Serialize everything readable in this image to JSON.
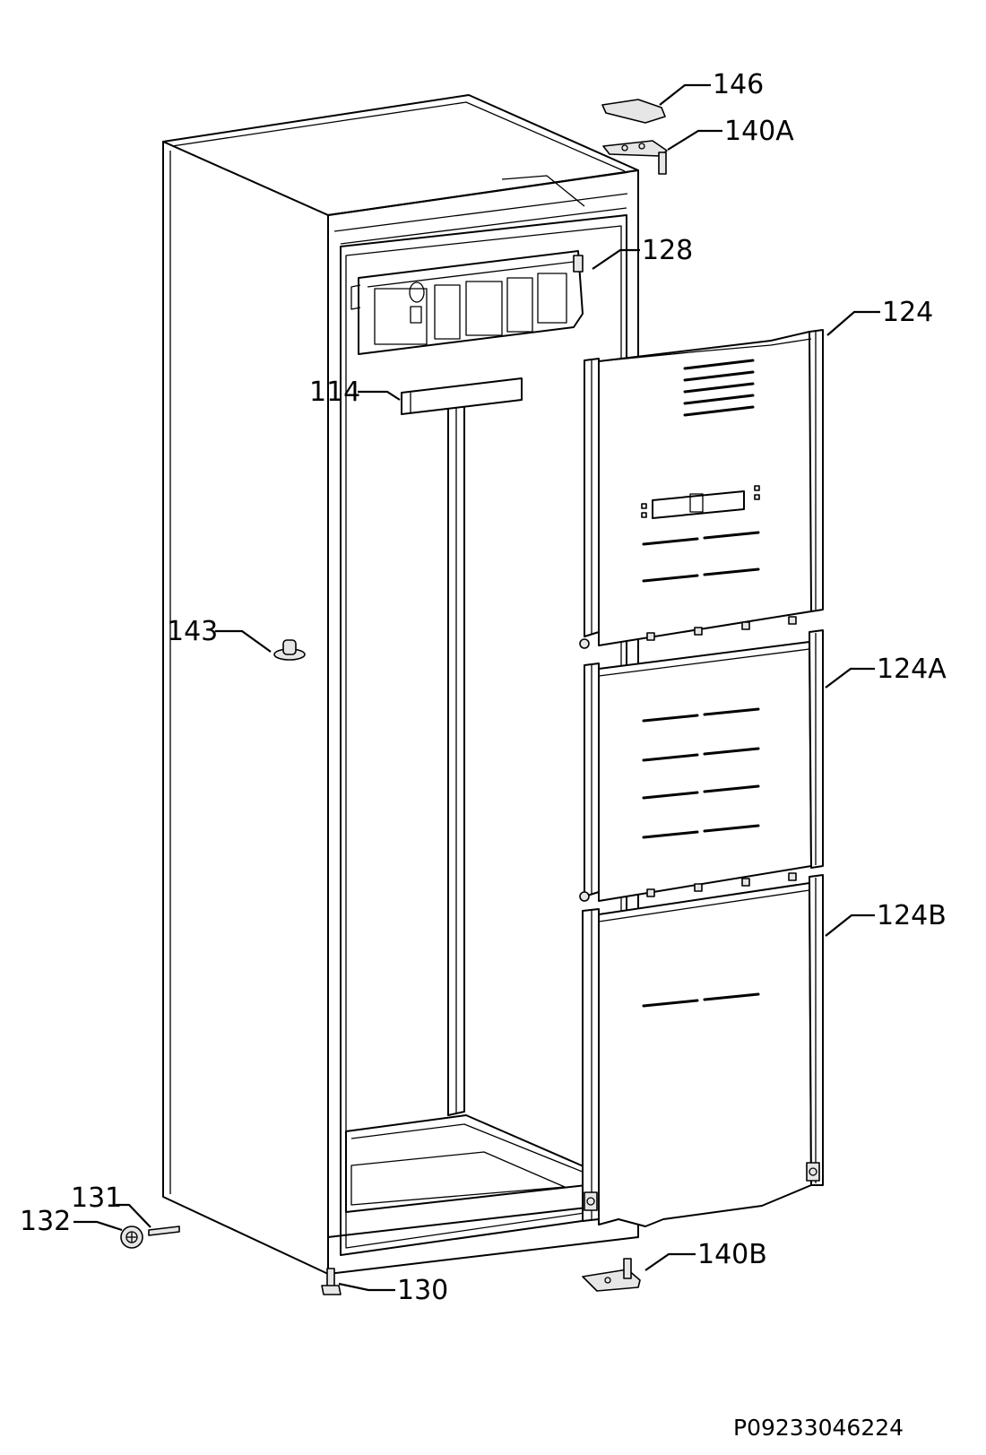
{
  "diagram": {
    "callouts": {
      "c146": "146",
      "c140A": "140A",
      "c128": "128",
      "c124": "124",
      "c114": "114",
      "c143": "143",
      "c124A": "124A",
      "c124B": "124B",
      "c131": "131",
      "c132": "132",
      "c140B": "140B",
      "c130": "130"
    },
    "reference_code": "P09233046224"
  }
}
